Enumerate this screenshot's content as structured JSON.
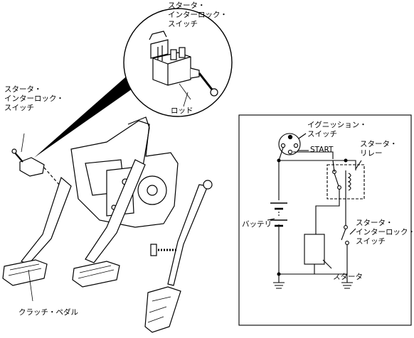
{
  "labels": {
    "switch_zoom": [
      "スタータ・",
      "インターロック・",
      "スイッチ"
    ],
    "rod": "ロッド",
    "switch_pedal": [
      "スタータ・",
      "インターロック・",
      "スイッチ"
    ],
    "clutch_pedal": "クラッチ・ペダル",
    "ignition_switch": [
      "イグニッション・",
      "スイッチ"
    ],
    "start": "START",
    "starter_relay": [
      "スタータ・",
      "リレー"
    ],
    "battery": "バッテリ",
    "switch_circuit": [
      "スタータ・",
      "インターロック・",
      "スイッチ"
    ],
    "starter": "スタータ"
  }
}
